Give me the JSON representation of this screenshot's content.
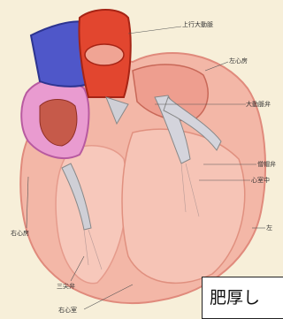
{
  "labels": {
    "ascending_aorta": "上行大動脈",
    "left_atrium": "左心房",
    "aortic_valve": "大動脈弁",
    "papillary_muscle": "僧帽弁",
    "left_ventricle": "心室中",
    "wall_right": "左",
    "right_atrium": "右心房",
    "tricuspid_valve": "三尖弁",
    "right_ventricle": "右心室"
  },
  "caption": "肥厚し"
}
